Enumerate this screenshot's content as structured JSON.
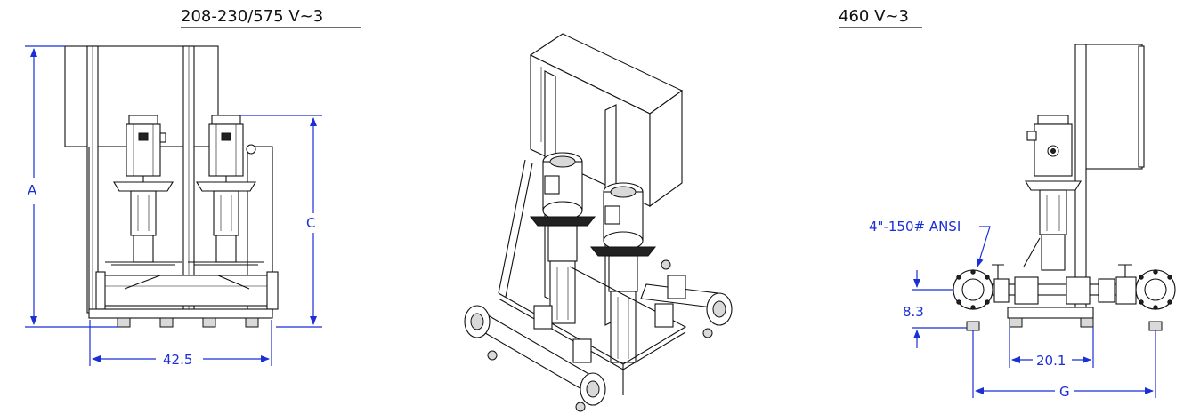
{
  "headers": {
    "left_voltage": "208-230/575 V~3",
    "right_voltage": "460 V~3"
  },
  "front_view": {
    "label_a": "A",
    "label_c": "C",
    "width_dim": "42.5"
  },
  "side_view": {
    "flange_callout": "4\"-150# ANSI",
    "height_dim": "8.3",
    "foot_spacing_dim": "20.1",
    "label_g": "G"
  },
  "colors": {
    "dimension": "#1a2fd6",
    "line": "#111111"
  }
}
